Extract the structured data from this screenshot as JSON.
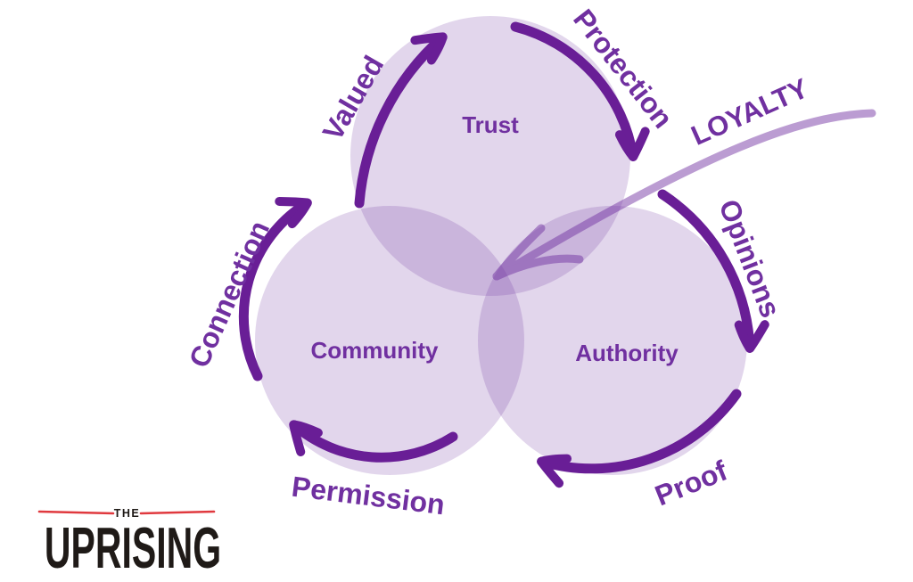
{
  "diagram": {
    "circles": [
      {
        "label": "Trust"
      },
      {
        "label": "Community"
      },
      {
        "label": "Authority"
      }
    ],
    "flow_labels": [
      {
        "label": "Valued"
      },
      {
        "label": "Protection"
      },
      {
        "label": "Opinions"
      },
      {
        "label": "Proof"
      },
      {
        "label": "Permission"
      },
      {
        "label": "Connection"
      }
    ],
    "center_arrow_label": "LOYALTY"
  },
  "logo": {
    "prefix": "THE",
    "name": "UPRISING"
  },
  "colors": {
    "background": "#FFFFFF",
    "circle_fill": "#7030A0",
    "arc_stroke": "#691E96",
    "label_text": "#7030A0",
    "loyalty_stroke": "#7030A0",
    "logo_red": "#E0393E",
    "logo_text": "#1F1A17"
  }
}
